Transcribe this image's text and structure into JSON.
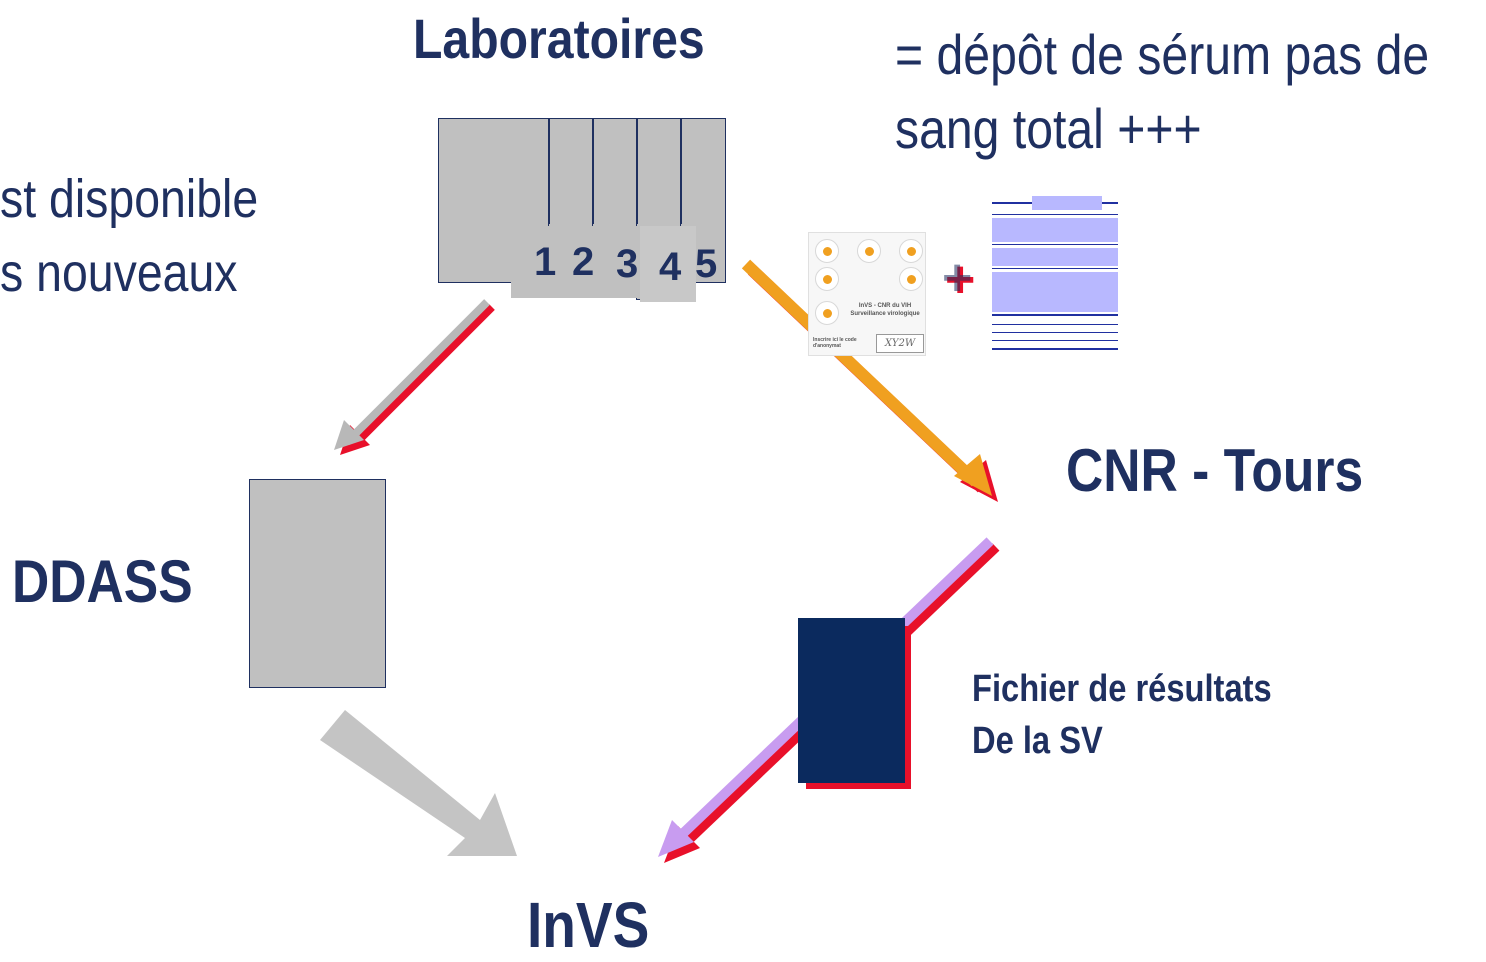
{
  "laboratoires": {
    "title": "Laboratoires",
    "numbers": [
      "1",
      "2",
      "3",
      "4",
      "5"
    ]
  },
  "note": {
    "line1": "= dépôt de sérum pas de",
    "line2": "sang total +++"
  },
  "left_text": {
    "line1": "st disponible",
    "line2": "s nouveaux"
  },
  "plus_sign": "+",
  "sample_card": {
    "title": "InVS - CNR du VIH",
    "subtitle": "Surveillance virologique",
    "caption": "Inscrire ici le code d'anonymat",
    "code": "XY2W"
  },
  "cnr": {
    "title": "CNR - Tours"
  },
  "ddass": {
    "title": "DDASS"
  },
  "fichier": {
    "line1": "Fichier de résultats",
    "line2": "De la SV"
  },
  "invs": {
    "title": "InVS"
  },
  "colors": {
    "navy": "#1f3060",
    "gray": "#c0c0c0",
    "red": "#e8102a",
    "orange": "#f0a020",
    "lavender": "#c89cf0",
    "dark_box": "#0b2a5e"
  }
}
